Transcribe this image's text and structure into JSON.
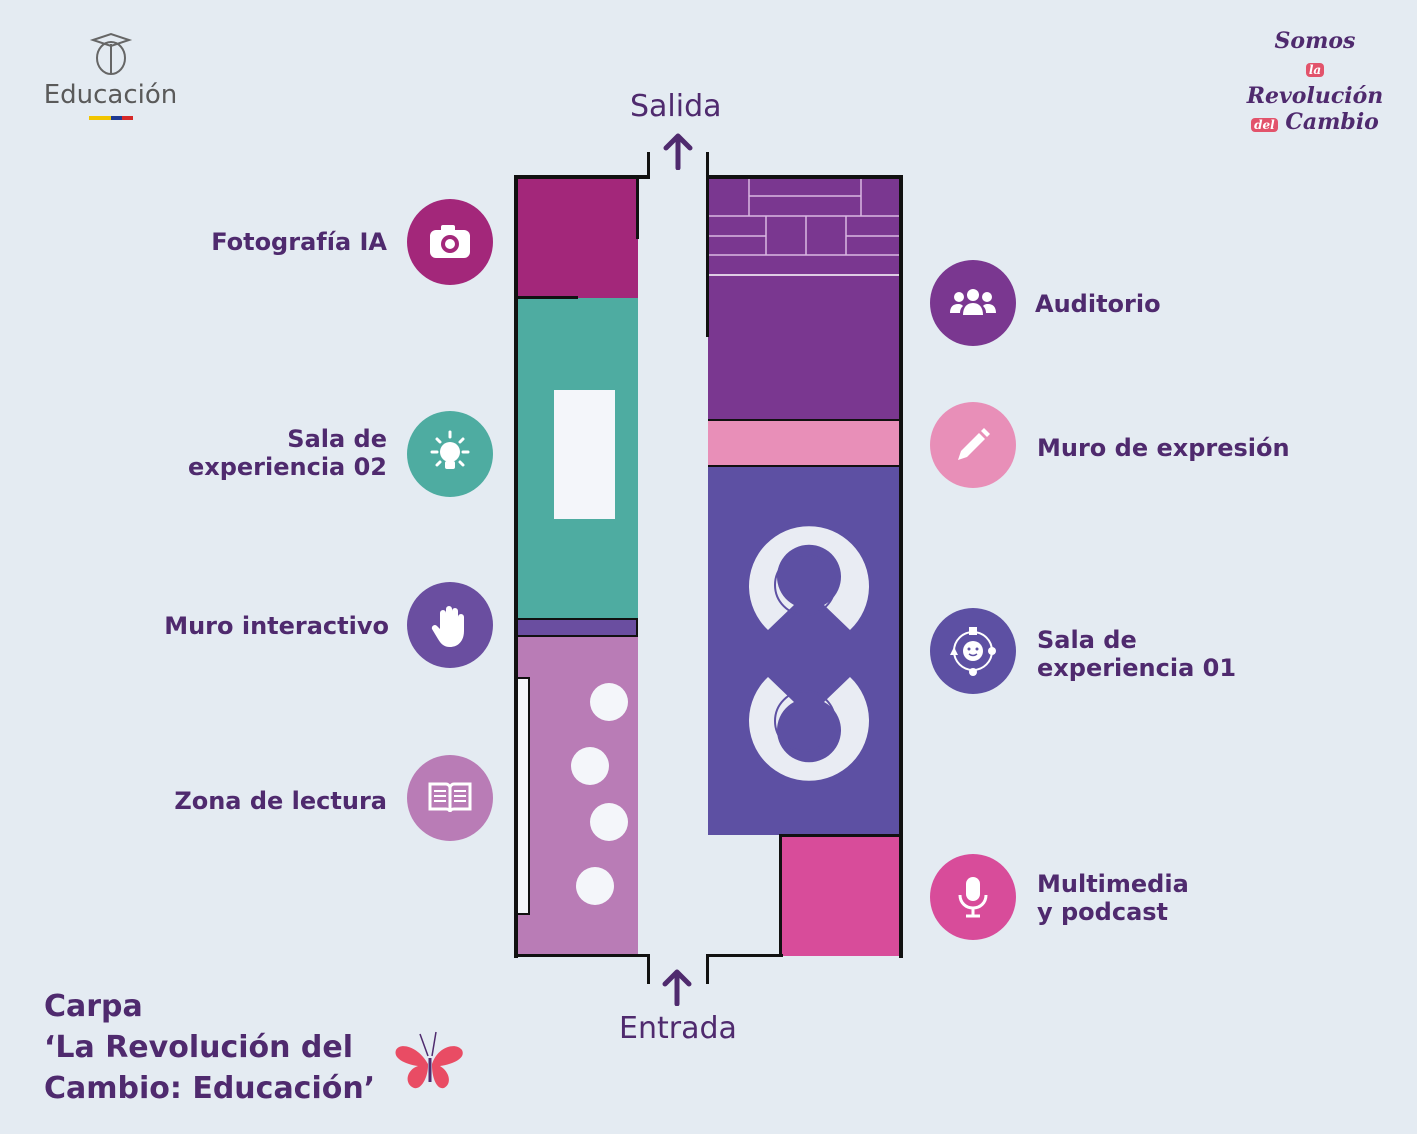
{
  "header": {
    "ministry": "Educación",
    "campaign_logo": "Somos la Revolución del Cambio"
  },
  "plan": {
    "exit": "Salida",
    "entrance": "Entrada"
  },
  "zones_left": [
    {
      "label": "Fotografía IA",
      "icon": "camera-icon",
      "color": "#a3277a"
    },
    {
      "label_1": "Sala de",
      "label_2": "experiencia 02",
      "icon": "lightbulb-icon",
      "color": "#4eaca1"
    },
    {
      "label": "Muro interactivo",
      "icon": "hand-icon",
      "color": "#6a4ea0"
    },
    {
      "label": "Zona de lectura",
      "icon": "book-icon",
      "color": "#b97cb6"
    }
  ],
  "zones_right": [
    {
      "label": "Auditorio",
      "icon": "people-icon",
      "color": "#7a3790"
    },
    {
      "label": "Muro de expresión",
      "icon": "pencil-icon",
      "color": "#e88fb8"
    },
    {
      "label_1": "Sala de",
      "label_2": "experiencia 01",
      "icon": "smiley-network-icon",
      "color": "#5d50a3"
    },
    {
      "label_1": "Multimedia",
      "label_2": "y podcast",
      "icon": "microphone-icon",
      "color": "#d84c9a"
    }
  ],
  "footer": {
    "line1": "Carpa",
    "line2": "‘La Revolución del",
    "line3": "Cambio: Educación’"
  }
}
